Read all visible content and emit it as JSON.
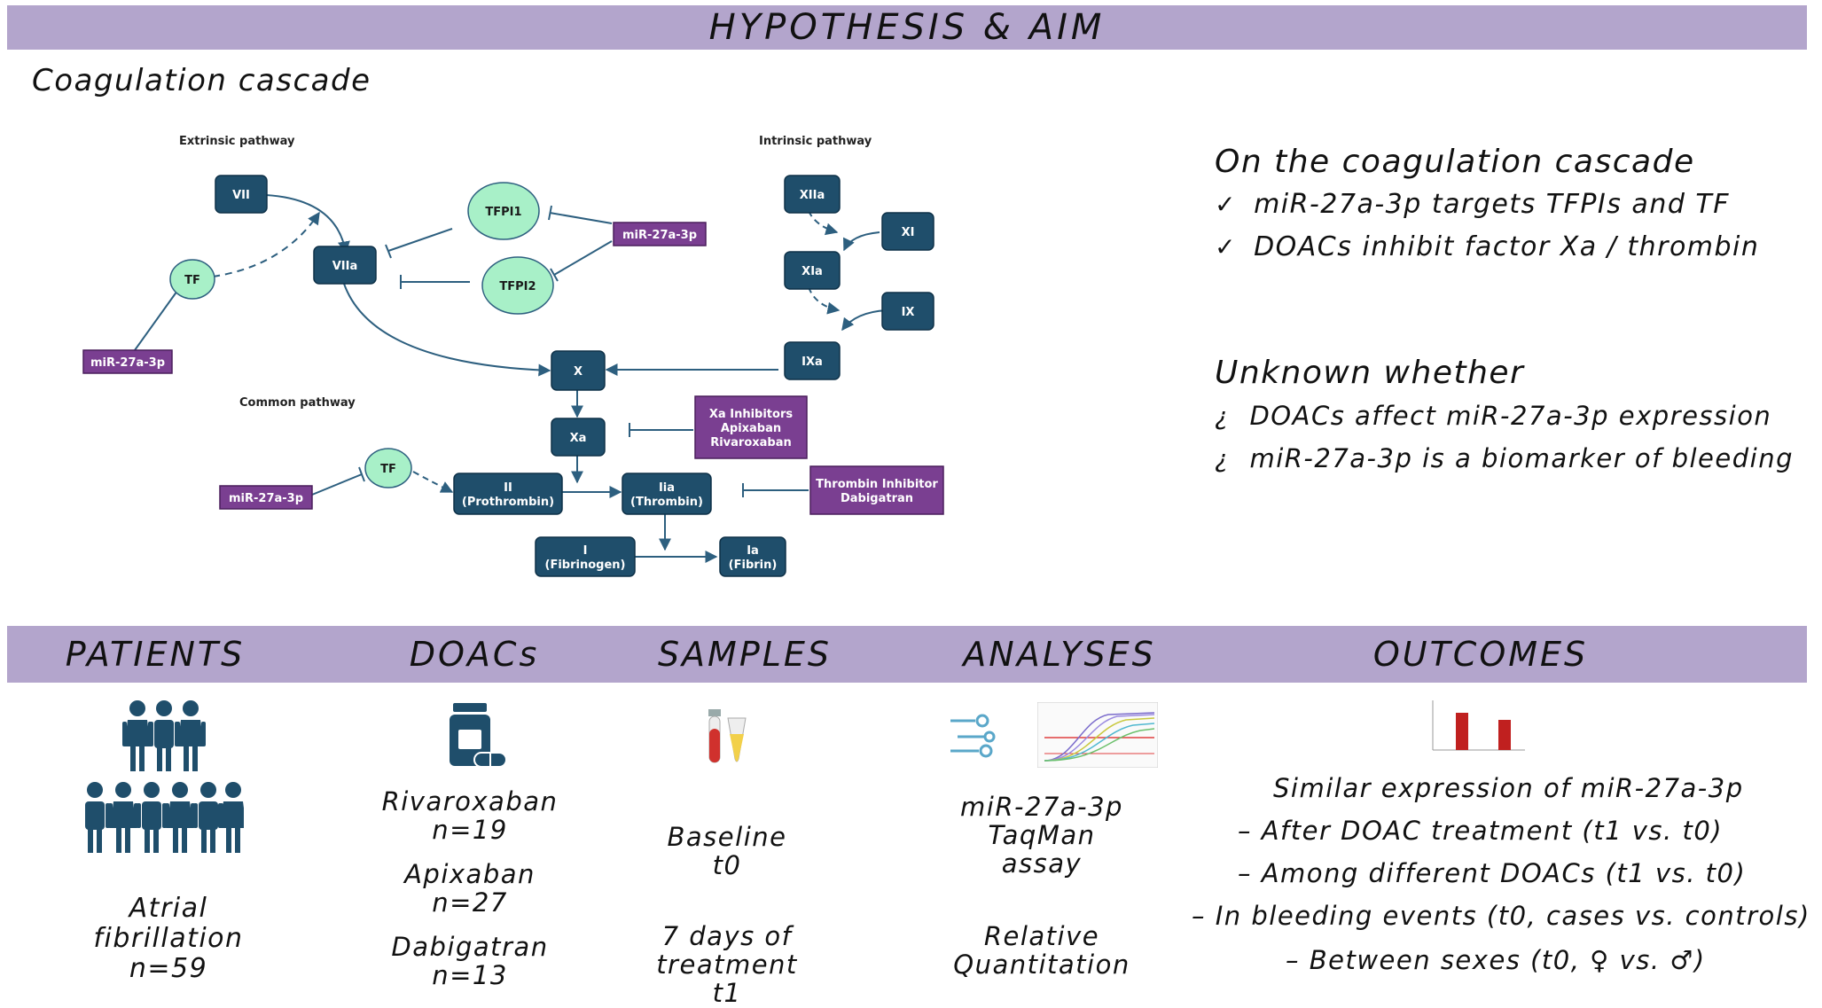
{
  "header": {
    "title": "HYPOTHESIS & AIM"
  },
  "cascade_title": "Coagulation cascade",
  "diagram": {
    "labels": {
      "extrinsic": "Extrinsic pathway",
      "intrinsic": "Intrinsic pathway",
      "common": "Common pathway"
    },
    "nodes": {
      "vii": "VII",
      "viia": "VIIa",
      "tf1": "TF",
      "tfpi1": "TFPI1",
      "tfpi2": "TFPI2",
      "mir1": "miR-27a-3p",
      "mir2": "miR-27a-3p",
      "mir3": "miR-27a-3p",
      "xiia": "XIIa",
      "xi": "XI",
      "xia": "XIa",
      "ix": "IX",
      "ixa": "IXa",
      "x": "X",
      "xa": "Xa",
      "tf2": "TF",
      "ii_1": "II",
      "ii_2": "(Prothrombin)",
      "iia_1": "Iia",
      "iia_2": "(Thrombin)",
      "i_1": "I",
      "i_2": "(Fibrinogen)",
      "ia_1": "Ia",
      "ia_2": "(Fibrin)",
      "xainh_1": "Xa Inhibitors",
      "xainh_2": "Apixaban",
      "xainh_3": "Rivaroxaban",
      "thrinh_1": "Thrombin Inhibitor",
      "thrinh_2": "Dabigatran"
    }
  },
  "right_panel": {
    "known_title": "On the coagulation cascade",
    "known": [
      {
        "mark": "✓",
        "text": "miR-27a-3p targets TFPIs and TF"
      },
      {
        "mark": "✓",
        "text": "DOACs inhibit factor Xa / thrombin"
      }
    ],
    "unknown_title": "Unknown whether",
    "unknown": [
      {
        "mark": "¿",
        "text": "DOACs affect miR-27a-3p expression"
      },
      {
        "mark": "¿",
        "text": "miR-27a-3p is a biomarker of bleeding"
      }
    ]
  },
  "sections": {
    "patients": {
      "title": "PATIENTS",
      "lines": [
        "Atrial",
        "fibrillation",
        "n=59"
      ],
      "icon": "people-group-icon"
    },
    "doacs": {
      "title": "DOACs",
      "drugs": [
        {
          "name": "Rivaroxaban",
          "n": "n=19"
        },
        {
          "name": "Apixaban",
          "n": "n=27"
        },
        {
          "name": "Dabigatran",
          "n": "n=13"
        }
      ],
      "icon": "pill-bottle-icon"
    },
    "samples": {
      "title": "SAMPLES",
      "baseline": [
        "Baseline",
        "t0"
      ],
      "followup": [
        "7 days of",
        "treatment",
        "t1"
      ],
      "icon": "blood-tubes-icon"
    },
    "analyses": {
      "title": "ANALYSES",
      "assay": [
        "miR-27a-3p",
        "TaqMan",
        "assay"
      ],
      "quant": [
        "Relative",
        "Quantitation"
      ],
      "icons": [
        "taqman-probe-icon",
        "amplification-curve-icon"
      ]
    },
    "outcomes": {
      "title": "OUTCOMES",
      "headline": "Similar expression of miR-27a-3p",
      "items": [
        "– After DOAC treatment (t1 vs. t0)",
        "– Among different DOACs (t1 vs. t0)",
        "– In bleeding events (t0, cases vs. controls)",
        "– Between sexes (t0, ♀ vs. ♂)"
      ],
      "icon": "bar-chart-icon"
    }
  },
  "colors": {
    "band": "#b3a5cc",
    "factor": "#1f4e6b",
    "mirna": "#7a3f91",
    "tf": "#a8f0c8",
    "bar": "#c0201f"
  }
}
